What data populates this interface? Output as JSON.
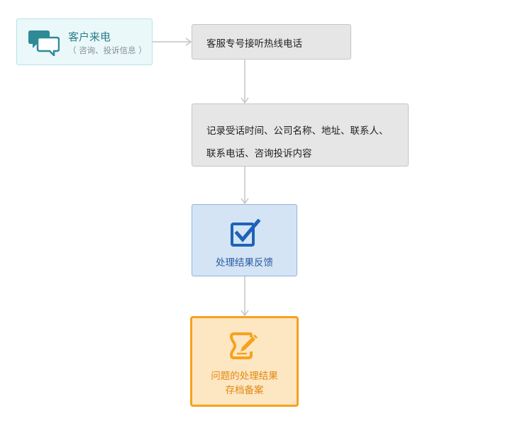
{
  "start": {
    "title": "客户来电",
    "subtitle": "（ 咨询、投诉信息 ）"
  },
  "step1": {
    "text": "客服专号接听热线电话"
  },
  "step2": {
    "line1": "记录受话时间、公司名称、地址、联系人、",
    "line2": "联系电话、咨询投诉内容"
  },
  "step3": {
    "text": "处理结果反馈"
  },
  "step4": {
    "line1": "问题的处理结果",
    "line2": "存档备案"
  },
  "icons": {
    "start": "chat-bubbles-icon",
    "step3": "checkbox-icon",
    "step4": "document-edit-icon"
  },
  "colors": {
    "connector": "#c4c4c4",
    "start_fill": "#eaf8fa",
    "teal": "#2a7f8a",
    "gray_fill": "#e6e6e6",
    "blue_fill": "#d4e4f5",
    "blue_accent": "#1e63b8",
    "orange_fill": "#fde6c2",
    "orange_accent": "#f6a21e"
  }
}
